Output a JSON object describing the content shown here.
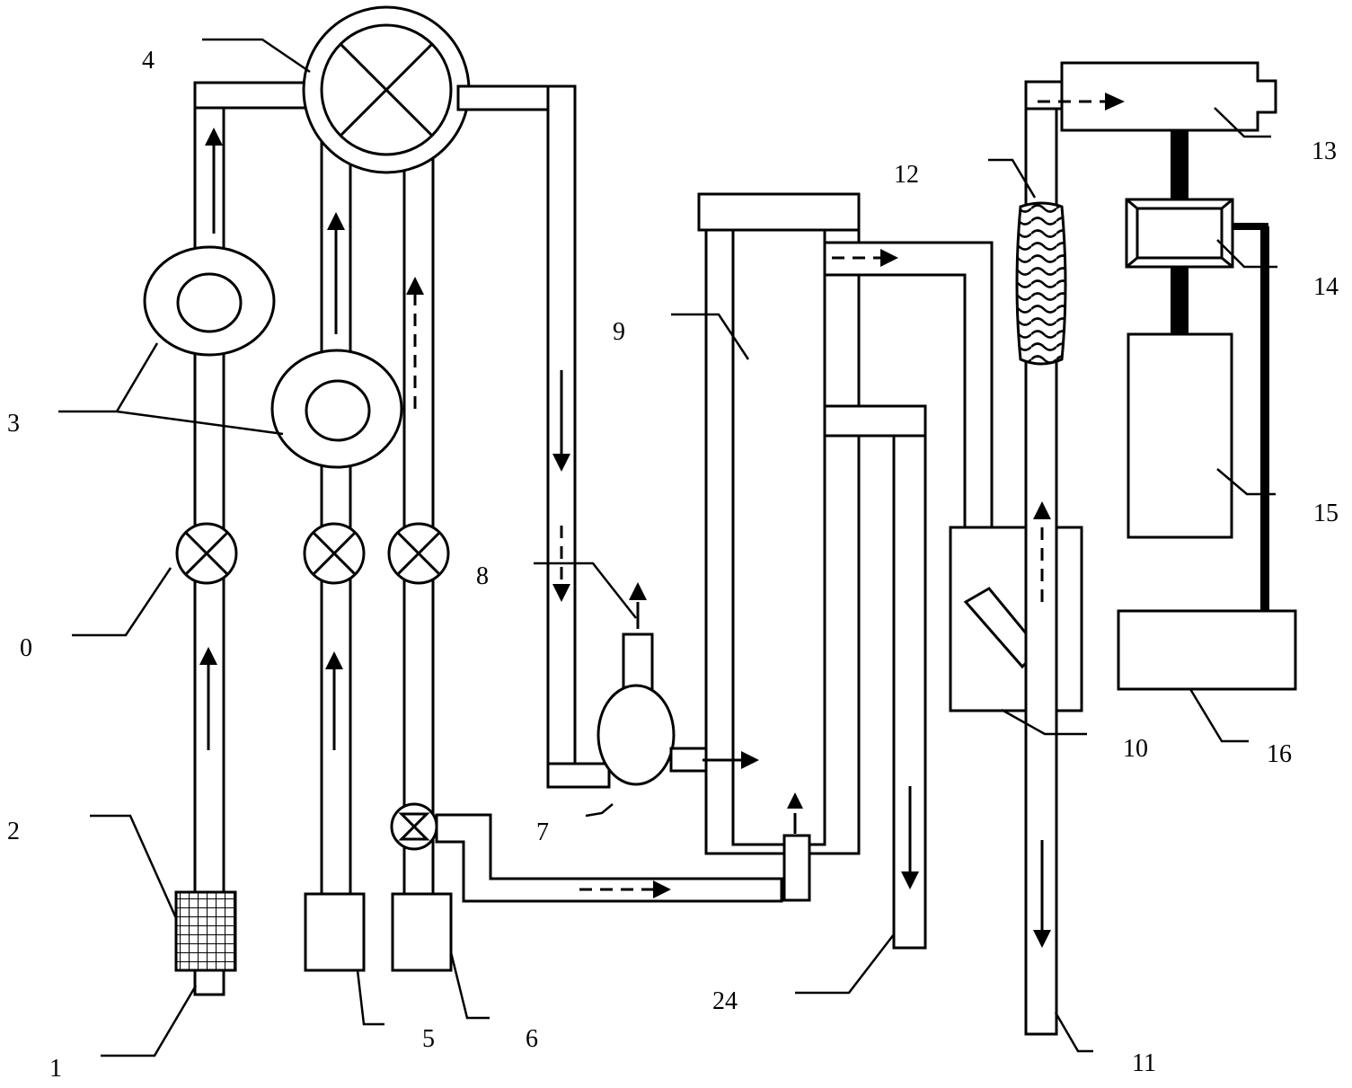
{
  "labels": {
    "l0": "0",
    "l1": "1",
    "l2": "2",
    "l3": "3",
    "l4": "4",
    "l5": "5",
    "l6": "6",
    "l7": "7",
    "l8": "8",
    "l9": "9",
    "l10": "10",
    "l11": "11",
    "l12": "12",
    "l13": "13",
    "l14": "14",
    "l15": "15",
    "l16": "16",
    "l24": "24"
  },
  "colors": {
    "stroke": "#000000",
    "background": "#ffffff"
  }
}
